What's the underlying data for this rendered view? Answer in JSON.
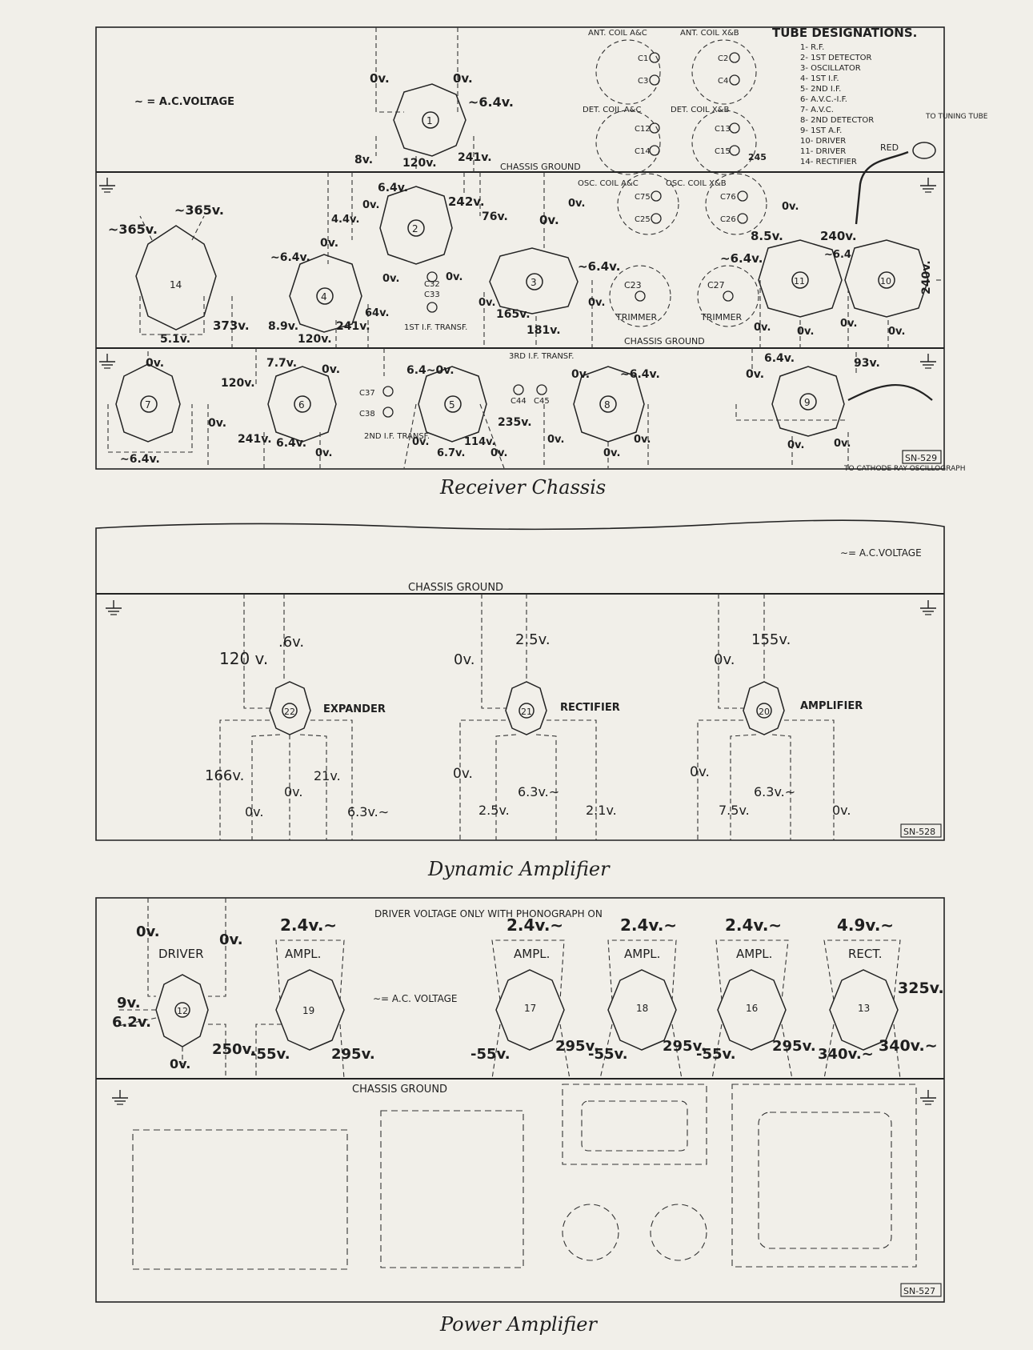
{
  "receiver": {
    "title": "Receiver Chassis",
    "sn": "SN-529",
    "ac_legend": "∼ = A.C.VOLTAGE",
    "tube_designations": {
      "heading": "TUBE DESIGNATIONS.",
      "items": [
        "1- R.F.",
        "2- 1ST DETECTOR",
        "3- OSCILLATOR",
        "4- 1ST I.F.",
        "5- 2ND I.F.",
        "6- A.V.C.-I.F.",
        "7- A.V.C.",
        "8- 2ND DETECTOR",
        "9- 1ST A.F.",
        "10- DRIVER",
        "11- DRIVER",
        "14- RECTIFIER"
      ]
    },
    "coil_labels": {
      "ant_ac": "ANT. COIL A&C",
      "ant_xb": "ANT. COIL X&B",
      "det_ac": "DET. COIL A&C",
      "det_xb": "DET. COIL X&B",
      "osc_ac": "OSC. COIL A&C",
      "osc_xb": "OSC. COIL X&B",
      "if1": "1ST I.F. TRANSF.",
      "if2": "2ND I.F. TRANSF.",
      "if3": "3RD I.F. TRANSF."
    },
    "trimmers": {
      "c23": "C23",
      "c27": "C27",
      "label": "TRIMMER"
    },
    "caps": [
      "C1",
      "C3",
      "C2",
      "C4",
      "C12",
      "C14",
      "C13",
      "C15",
      "C75",
      "C25",
      "C76",
      "C26",
      "C32",
      "C33",
      "C37",
      "C38",
      "C44",
      "C45"
    ],
    "chassis_ground": "CHASSIS GROUND",
    "to_tuning_tube": "TO TUNING TUBE",
    "red": "RED",
    "to_cathode": "TO CATHODE RAY OSCILLOGRAPH",
    "v245": "245",
    "voltages": {
      "t1_left": "0v.",
      "t1_right": "0v.",
      "t1_h": "∼6.4v.",
      "t1_8": "8v.",
      "t1_120": "120v.",
      "t1_241": "241v.",
      "t14_l": "∼365v.",
      "t14_r": "∼365v.",
      "t14_f": "5.1v.",
      "t14_373": "373v.",
      "t2_0": "0v.",
      "t2_64": "6.4v.",
      "t2_242": "242v.",
      "t2_76": "76v.",
      "t2_44": "4.4v.",
      "t2_0b": "0v.",
      "t2_0c": "0v.",
      "t4_64": "∼6.4v.",
      "t4_0": "0v.",
      "t4_89": "8.9v.",
      "t4_120": "120v.",
      "t4_241": "241v.",
      "t4_64b": "64v.",
      "t3_0": "0v.",
      "t3_0b": "0v.",
      "t3_64": "∼6.4v.",
      "t3_165": "165v.",
      "t3_181": "181v.",
      "t3_0c": "0v.",
      "t3_0d": "0v.",
      "t11_85": "8.5v.",
      "t11_64": "∼6.4v.",
      "t11_0a": "0v.",
      "t11_0b": "0v.",
      "t11_0c": "0v.",
      "t10_240": "240v.",
      "t10_64": "∼6.4",
      "t10_240b": "240v.",
      "t10_0": "0v.",
      "t10_0b": "0v.",
      "t7_0": "0v.",
      "t7_0b": "0v.",
      "t7_64": "∼6.4v.",
      "t6_77": "7.7v.",
      "t6_120": "120v.",
      "t6_0": "0v.",
      "t6_241": "241v.",
      "t6_64": "6.4v.",
      "t6_0b": "0v.",
      "t5_64": "6.4∼0v.",
      "t5_0": "0v.",
      "t5_67": "6.7v.",
      "t5_114": "114v.",
      "t5_0b": "0v.",
      "t8_235": "235v.",
      "t8_0": "0v.",
      "t8_64": "∼6.4v.",
      "t8_0b": "0v.",
      "t8_0c": "0v.",
      "t8_0d": "0v.",
      "t9_64": "6.4v.",
      "t9_0": "0v.",
      "t9_93": "93v.",
      "t9_0b": "0v.",
      "t9_0c": "0v."
    }
  },
  "dynamic": {
    "title": "Dynamic Amplifier",
    "sn": "SN-528",
    "ac_legend": "∼= A.C.VOLTAGE",
    "chassis_ground": "CHASSIS GROUND",
    "tubes": [
      {
        "num": "22",
        "label": "EXPANDER",
        "top_left": "120 v.",
        "top_right": ".6v.",
        "b1": "166v.",
        "b2": "0v.",
        "b3": "0v.",
        "b4": "21v.",
        "b5": "6.3v.∼"
      },
      {
        "num": "21",
        "label": "RECTIFIER",
        "top_left": "0v.",
        "top_right": "2.5v.",
        "b1": "0v.",
        "b2": "2.5v.",
        "b3": "6.3v.∼",
        "b4": "2.1v."
      },
      {
        "num": "20",
        "label": "AMPLIFIER",
        "top_left": "0v.",
        "top_right": "155v.",
        "b1": "0v.",
        "b2": "7.5v.",
        "b3": "6.3v.∼",
        "b4": "0v."
      }
    ]
  },
  "power": {
    "title": "Power Amplifier",
    "sn": "SN-527",
    "chassis_ground": "CHASSIS GROUND",
    "ac_legend": "∼= A.C. VOLTAGE",
    "driver_note": "DRIVER VOLTAGE ONLY WITH PHONOGRAPH ON",
    "driver": {
      "num": "12",
      "label": "DRIVER",
      "v0a": "0v.",
      "v0b": "0v.",
      "v9": "9v.",
      "v62": "6.2v.",
      "v250": "250v.",
      "v0c": "0v."
    },
    "tubes": [
      {
        "num": "19",
        "label": "AMPL.",
        "top": "2.4v.∼",
        "left": "-55v.",
        "right": "295v."
      },
      {
        "num": "17",
        "label": "AMPL.",
        "top": "2.4v.∼",
        "left": "-55v.",
        "right": "295v."
      },
      {
        "num": "18",
        "label": "AMPL.",
        "top": "2.4v.∼",
        "left": "-55v.",
        "right": "295v."
      },
      {
        "num": "16",
        "label": "AMPL.",
        "top": "2.4v.∼",
        "left": "-55v.",
        "right": "295v."
      },
      {
        "num": "13",
        "label": "RECT.",
        "top": "4.9v.∼",
        "left": "340v.∼",
        "right": "340v.∼",
        "side": "325v."
      }
    ]
  }
}
